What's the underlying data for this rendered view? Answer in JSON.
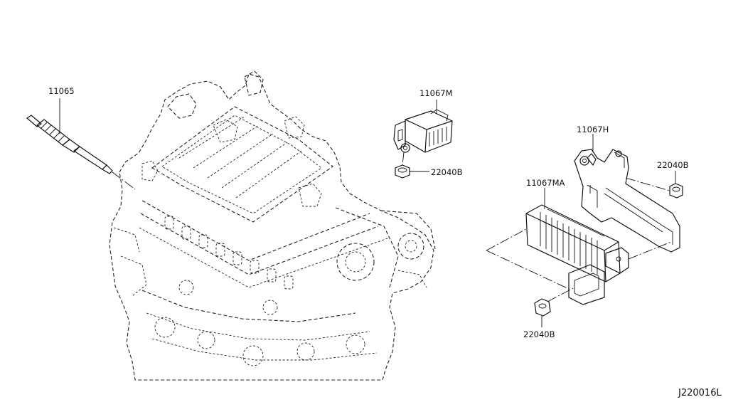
{
  "parts": {
    "glow_plug": {
      "label": "11065"
    },
    "glow_relay": {
      "label": "11067M"
    },
    "relay_nut": {
      "label": "22040B"
    },
    "bracket": {
      "label": "11067H"
    },
    "bracket_nut": {
      "label": "22040B"
    },
    "controller": {
      "label": "11067MA"
    },
    "controller_nut": {
      "label": "22040B"
    }
  },
  "drawing_ref": "J220016L"
}
